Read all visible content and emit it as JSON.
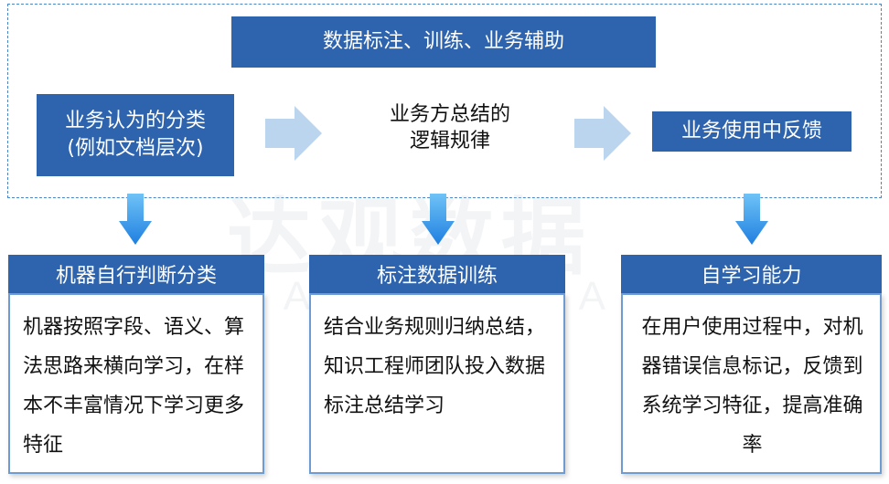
{
  "top": {
    "title": "数据标注、训练、业务辅助",
    "left_box": "业务认为的分类\n(例如文档层次)",
    "middle_text": "业务方总结的\n逻辑规律",
    "right_box": "业务使用中反馈"
  },
  "watermark": {
    "cn": "达观数据",
    "en": "DATA GRAND"
  },
  "columns": [
    {
      "title": "机器自行判断分类",
      "body": "机器按照字段、语义、算法思路来横向学习，在样本不丰富情况下学习更多特征"
    },
    {
      "title": "标注数据训练",
      "body": "结合业务规则归纳总结，知识工程师团队投入数据标注总结学习"
    },
    {
      "title": "自学习能力",
      "body": "在用户使用过程中，对机器错误信息标记，反馈到系统学习特征，提高准确率"
    }
  ],
  "colors": {
    "box_blue": "#2e63ae",
    "arrow_light": "#bcd5ee",
    "arrow_down": "#1f8fe8",
    "border": "#6e9bd2"
  }
}
